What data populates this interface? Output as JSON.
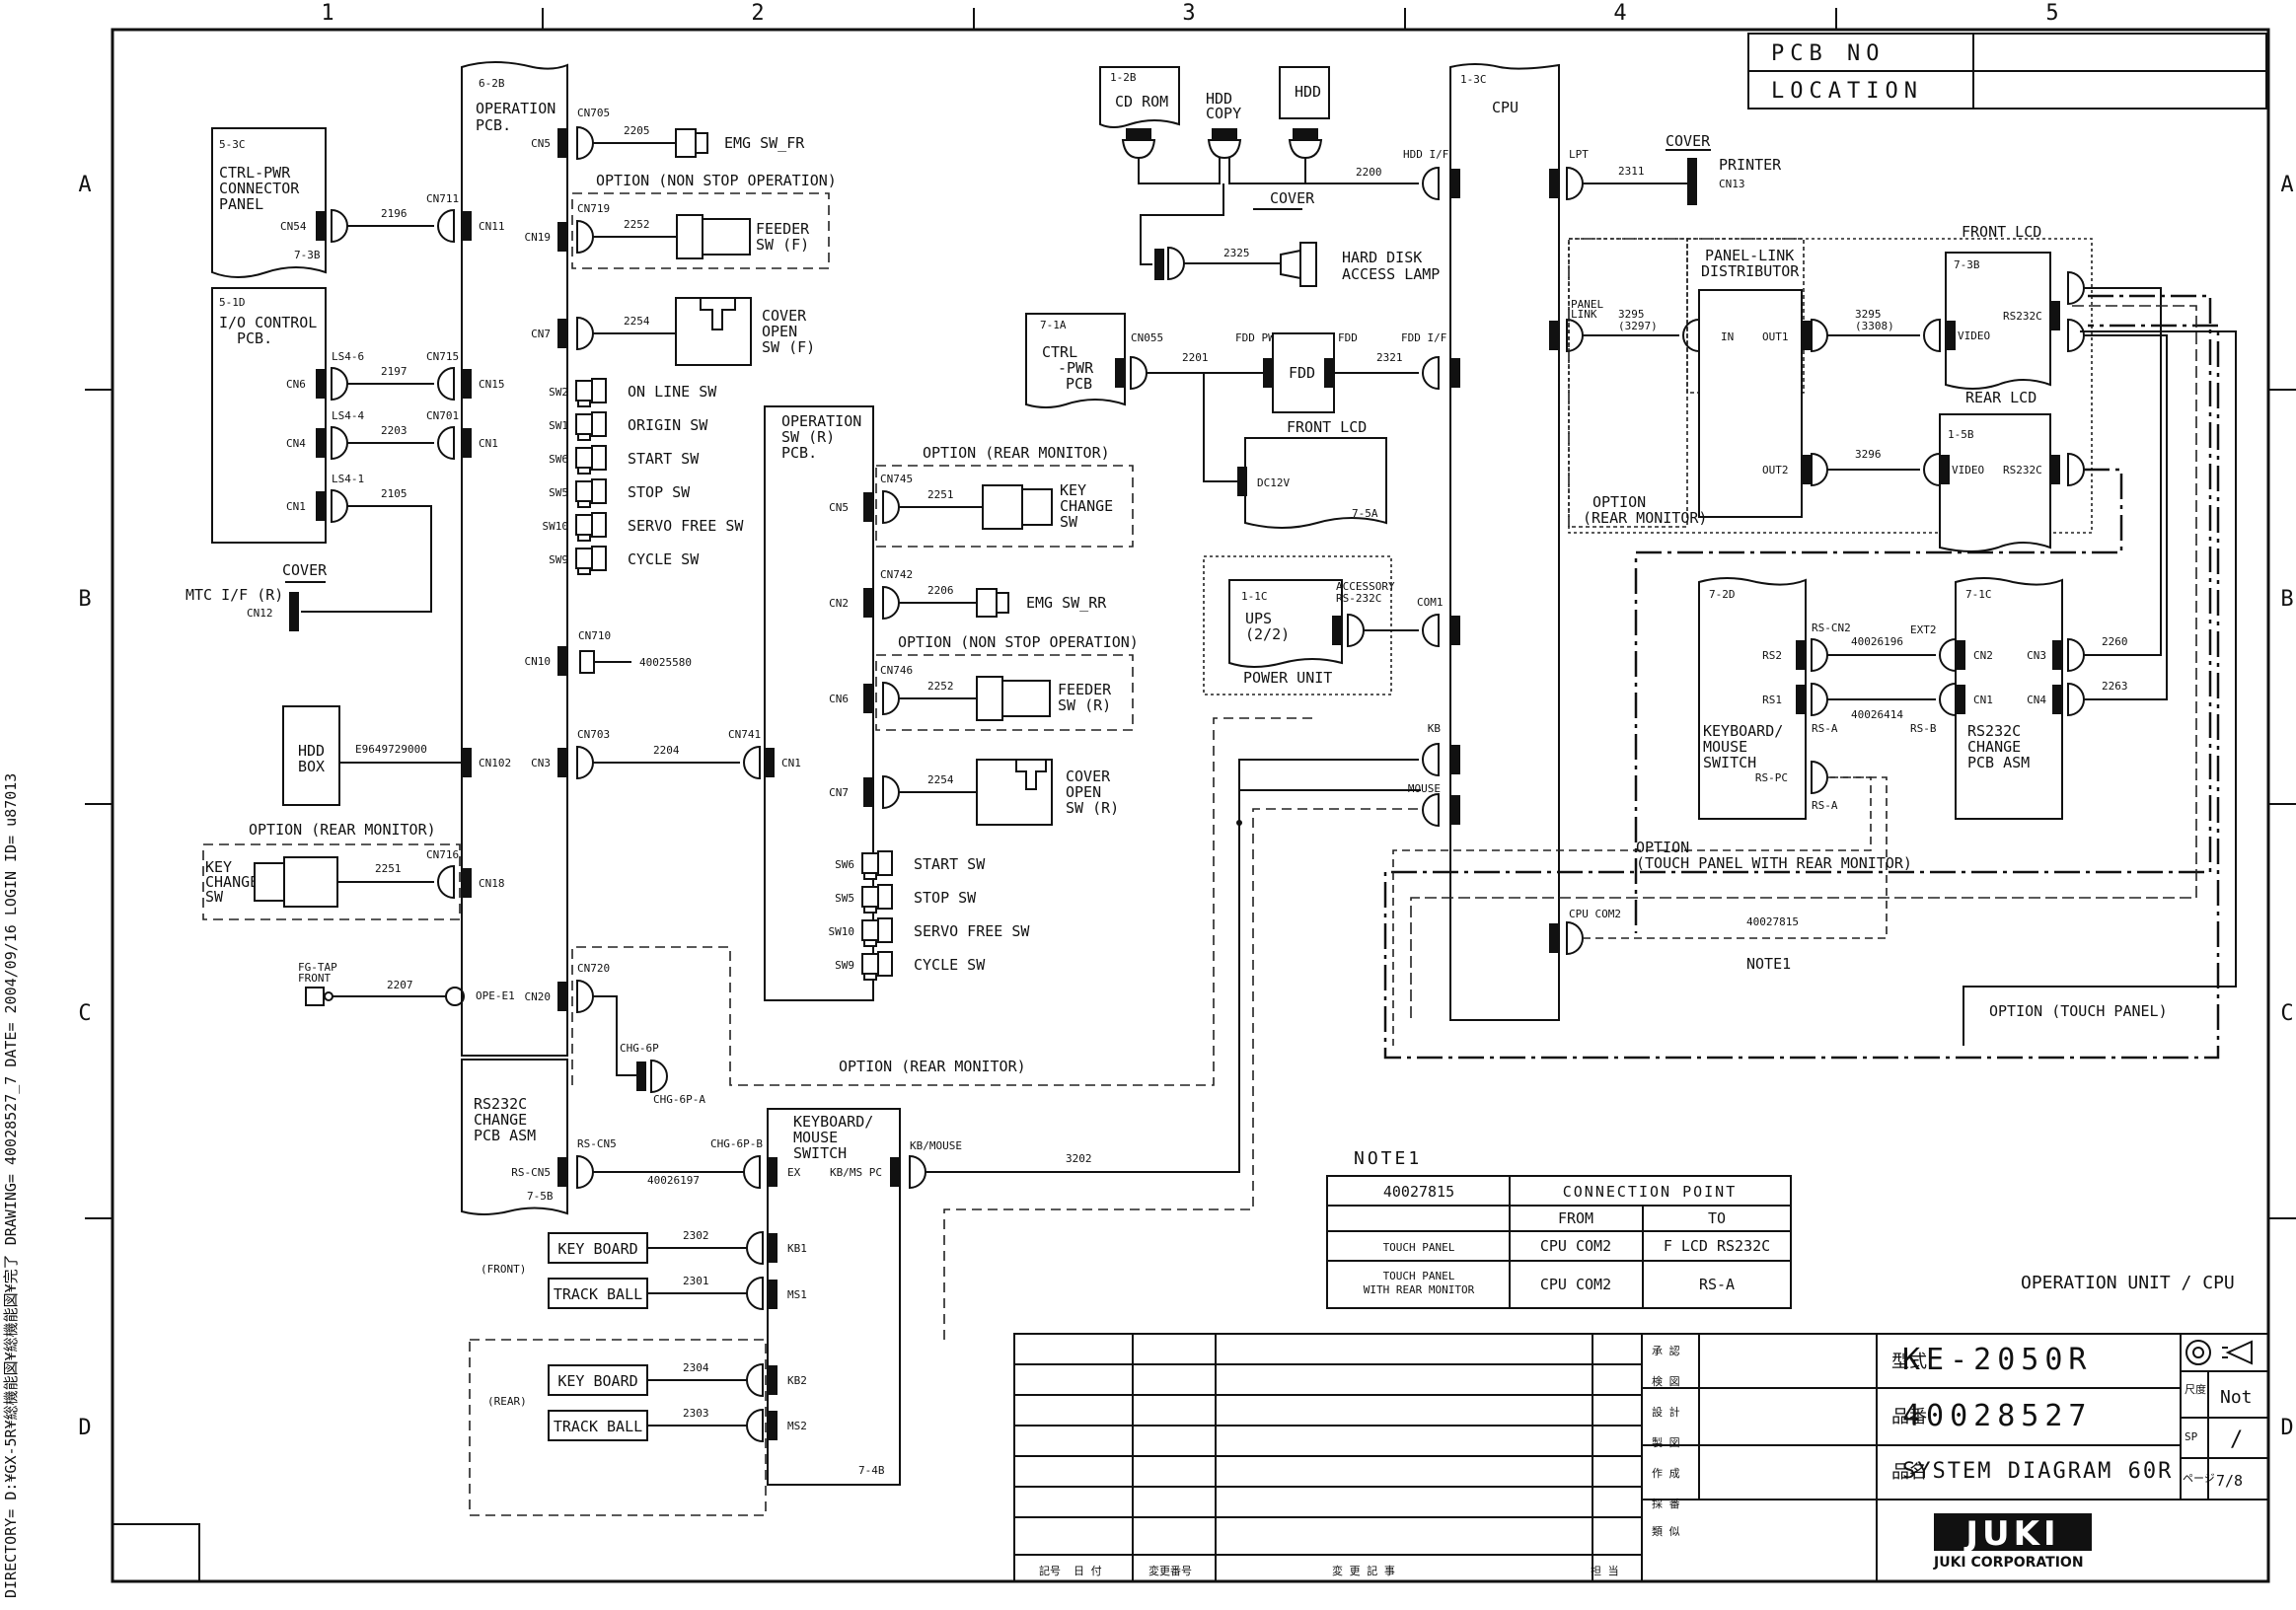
{
  "border": {
    "col_numbers": [
      "1",
      "2",
      "3",
      "4",
      "5"
    ],
    "row_letters": [
      "A",
      "B",
      "C",
      "D"
    ]
  },
  "side_text": "DIRECTORY= D:¥GX-5R¥総機能図¥総機能図¥完了 DRAWING= 40028527_7 DATE= 2004/09/16 LOGIN ID= u87013",
  "pcb_no_label": "PCB NO",
  "location_label": "LOCATION",
  "operation_pcb": {
    "id": "6-2B",
    "title1": "OPERATION",
    "title2": "PCB."
  },
  "ctrl_pwr_connector_panel": {
    "id": "5-3C",
    "line1": "CTRL-PWR",
    "line2": "CONNECTOR",
    "line3": "PANEL",
    "conn": "CN54",
    "loc": "7-3B"
  },
  "io_control_pcb": {
    "id": "5-1D",
    "line1": "I/O CONTROL",
    "line2": "PCB.",
    "cn6": "CN6",
    "cn4": "CN4",
    "cn1": "CN1",
    "ls6": "LS4-6",
    "ls4": "LS4-4",
    "ls1": "LS4-1"
  },
  "cables_left": {
    "c2196": "2196",
    "cn711": "CN711",
    "cn11": "CN11",
    "c2197": "2197",
    "cn715": "CN715",
    "cn15": "CN15",
    "c2203": "2203",
    "cn701": "CN701",
    "cn1": "CN1",
    "c2105": "2105"
  },
  "mtc": {
    "cover": "COVER",
    "label": "MTC I/F (R)",
    "conn": "CN12"
  },
  "hdd_box": {
    "line1": "HDD",
    "line2": "BOX",
    "cable": "E9649729000",
    "cn": "CN102"
  },
  "opt_rear_monitor_left": {
    "title": "OPTION (REAR MONITOR)",
    "sw1": "KEY",
    "sw2": "CHANGE",
    "sw3": "SW",
    "cable": "2251",
    "cn": "CN716",
    "cn18": "CN18"
  },
  "fg_tap": {
    "line1": "FG-TAP",
    "line2": "FRONT",
    "cable": "2207",
    "ope": "OPE-E1",
    "cn20": "CN20"
  },
  "op_right_cons": {
    "cn5": "CN5",
    "cn705": "CN705",
    "c2205": "2205",
    "emg_fr": "EMG SW_FR",
    "opt_ns": "OPTION (NON STOP OPERATION)",
    "cn19": "CN19",
    "cn719": "CN719",
    "c2252": "2252",
    "feeder1": "FEEDER",
    "feeder2": "SW (F)",
    "cn7": "CN7",
    "c2254": "2254",
    "cover1": "COVER",
    "cover2": "OPEN",
    "cover3": "SW (F)",
    "cn10": "CN10",
    "cn710": "CN710",
    "c40025580": "40025580",
    "cn3": "CN3",
    "cn703": "CN703",
    "c2204": "2204",
    "cn741": "CN741",
    "cn20b": "CN720"
  },
  "switches_left": [
    {
      "sw": "SW2",
      "label": "ON LINE SW"
    },
    {
      "sw": "SW1",
      "label": "ORIGIN SW"
    },
    {
      "sw": "SW6",
      "label": "START SW"
    },
    {
      "sw": "SW5",
      "label": "STOP SW"
    },
    {
      "sw": "SW10",
      "label": "SERVO FREE SW"
    },
    {
      "sw": "SW9",
      "label": "CYCLE SW"
    }
  ],
  "operation_sw_r": {
    "title1": "OPERATION",
    "title2": "SW (R)",
    "title3": "PCB.",
    "cn1": "CN1",
    "opt_rm": "OPTION (REAR MONITOR)",
    "cn5": "CN5",
    "cn745": "CN745",
    "c2251": "2251",
    "key1": "KEY",
    "key2": "CHANGE",
    "key3": "SW",
    "cn2": "CN2",
    "cn742": "CN742",
    "c2206": "2206",
    "emg_rr": "EMG SW_RR",
    "opt_ns": "OPTION (NON STOP OPERATION)",
    "cn6": "CN6",
    "cn746": "CN746",
    "c2252": "2252",
    "feeder1": "FEEDER",
    "feeder2": "SW (R)",
    "cn7": "CN7",
    "c2254": "2254",
    "cover1": "COVER",
    "cover2": "OPEN",
    "cover3": "SW (R)"
  },
  "switches_right": [
    {
      "sw": "SW6",
      "label": "START SW"
    },
    {
      "sw": "SW5",
      "label": "STOP SW"
    },
    {
      "sw": "SW10",
      "label": "SERVO FREE SW"
    },
    {
      "sw": "SW9",
      "label": "CYCLE SW"
    }
  ],
  "chg": {
    "c1": "CHG-6P",
    "c2": "CHG-6P-A",
    "opt": "OPTION (REAR MONITOR)"
  },
  "rs232c_left": {
    "line1": "RS232C",
    "line2": "CHANGE",
    "line3": "PCB ASM",
    "cn": "RS-CN5",
    "cn2": "RS-CN5",
    "loc": "7-5B",
    "cable": "40026197",
    "chgb": "CHG-6P-B"
  },
  "kb_mouse_sw": {
    "line1": "KEYBOARD/",
    "line2": "MOUSE",
    "line3": "SWITCH",
    "ex": "EX",
    "kbms": "KB/MS PC",
    "kbmouse": "KB/MOUSE",
    "c3202": "3202",
    "kb1": "KB1",
    "ms1": "MS1",
    "kb2": "KB2",
    "ms2": "MS2",
    "loc": "7-4B"
  },
  "front_group": {
    "label": "(FRONT)",
    "kb": "KEY BOARD",
    "tb": "TRACK BALL",
    "c1": "2302",
    "c2": "2301"
  },
  "rear_group": {
    "label": "(REAR)",
    "kb": "KEY BOARD",
    "tb": "TRACK BALL",
    "c1": "2304",
    "c2": "2303"
  },
  "top_devices": {
    "cdrom_id": "1-2B",
    "cdrom": "CD ROM",
    "hddcopy1": "HDD",
    "hddcopy2": "COPY",
    "hdd": "HDD",
    "cover": "COVER",
    "c2200": "2200",
    "hddif": "HDD I/F",
    "c2325": "2325",
    "lamp1": "HARD DISK",
    "lamp2": "ACCESS LAMP"
  },
  "ctrl_pwr_pcb": {
    "id": "7-1A",
    "line1": "CTRL",
    "line2": "-PWR",
    "line3": "PCB",
    "cn": "CN055",
    "c2201": "2201",
    "fddpwr": "FDD PWR",
    "fdd": "FDD",
    "fddc": "FDD",
    "c2321": "2321",
    "fddif": "FDD I/F"
  },
  "front_lcd_small": {
    "label": "FRONT LCD",
    "dc": "DC12V",
    "loc": "7-5A"
  },
  "ups": {
    "id": "1-1C",
    "line1": "UPS",
    "line2": "(2/2)",
    "acc1": "ACCESSORY",
    "acc2": "RS-232C",
    "com1": "COM1",
    "unit": "POWER UNIT"
  },
  "cpu": {
    "id": "1-3C",
    "title": "CPU",
    "lpt": "LPT",
    "c2311": "2311",
    "kb": "KB",
    "mouse": "MOUSE",
    "cpucom2": "CPU COM2",
    "panel1": "PANEL",
    "panel2": "LINK",
    "c40027815": "40027815",
    "note1": "NOTE1"
  },
  "printer": {
    "cover": "COVER",
    "label": "PRINTER",
    "cn": "CN13"
  },
  "panel_link": {
    "line1": "PANEL-LINK",
    "line2": "DISTRIBUTOR",
    "in": "IN",
    "out1": "OUT1",
    "out2": "OUT2",
    "c3295a": "3295",
    "c3295b": "(3297)",
    "c3295c": "3295",
    "c3295d": "(3308)",
    "c3296": "3296",
    "opt1": "OPTION",
    "opt2": "(REAR MONITOR)"
  },
  "front_lcd": {
    "title": "FRONT LCD",
    "id": "7-3B",
    "video": "VIDEO",
    "rs": "RS232C"
  },
  "rear_lcd": {
    "title": "REAR LCD",
    "id": "1-5B",
    "video": "VIDEO",
    "rs": "RS232C"
  },
  "kb_mouse_r": {
    "id": "7-2D",
    "rs2": "RS2",
    "rs1": "RS1",
    "rscn2": "RS-CN2",
    "rsa": "RS-A",
    "rspc": "RS-PC",
    "rsa2": "RS-A",
    "line1": "KEYBOARD/",
    "line2": "MOUSE",
    "line3": "SWITCH",
    "c40026196": "40026196",
    "c40026414": "40026414",
    "ext2": "EXT2",
    "rsb": "RS-B"
  },
  "rs232c_right": {
    "id": "7-1C",
    "cn2": "CN2",
    "cn1": "CN1",
    "cn3": "CN3",
    "cn4": "CN4",
    "line1": "RS232C",
    "line2": "CHANGE",
    "line3": "PCB ASM",
    "c2260": "2260",
    "c2263": "2263"
  },
  "opt_touch_rear": {
    "line1": "OPTION",
    "line2": "(TOUCH PANEL WITH REAR MONITOR)"
  },
  "opt_touch": "OPTION (TOUCH PANEL)",
  "note_table": {
    "title": "NOTE1",
    "part": "40027815",
    "conn_point": "CONNECTION POINT",
    "from": "FROM",
    "to": "TO",
    "rows": [
      {
        "label": "TOUCH PANEL",
        "label2": "",
        "from": "CPU COM2",
        "to": "F LCD RS232C"
      },
      {
        "label": "TOUCH PANEL",
        "label2": "WITH REAR MONITOR",
        "from": "CPU COM2",
        "to": "RS-A"
      }
    ]
  },
  "unit_label": "OPERATION UNIT / CPU",
  "title_block": {
    "hist_cols": [
      "記号",
      "日 付",
      "変更番号",
      "変 更 記 事",
      "担 当"
    ],
    "approvals": [
      "承 認",
      "検 図",
      "設 計",
      "製 図",
      "作 成",
      "採 番",
      "類 似"
    ],
    "model_lbl": "型式",
    "model": "KE-2050R",
    "part_lbl": "品番",
    "part": "40028527",
    "name_lbl": "品名",
    "name": "SYSTEM DIAGRAM 60R",
    "scale_lbl": "尺度",
    "scale": "Not",
    "sp": "SP",
    "sp_val": "/",
    "page_lbl": "ページ",
    "page": "7/8",
    "brand": "JUKI",
    "corp": "JUKI CORPORATION"
  }
}
